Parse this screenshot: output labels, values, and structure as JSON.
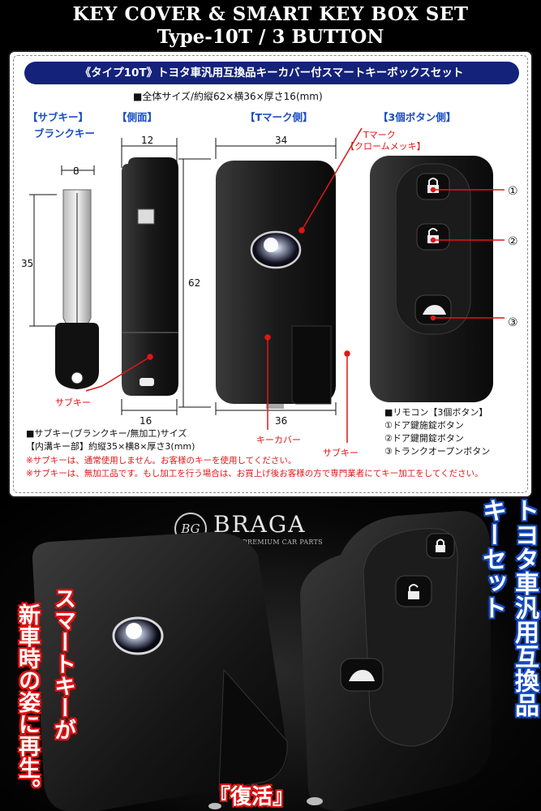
{
  "header": {
    "title_line1": "KEY COVER & SMART KEY BOX SET",
    "title_line2": "Type-10T / 3 BUTTON"
  },
  "panel": {
    "banner": "《タイプ10T》トヨタ車汎用互換品キーカバー付スマートキーボックスセット",
    "overall_size": "■全体サイズ/約縦62×横36×厚さ16(mm)",
    "section_subkey": "【サブキー】",
    "section_subkey_sub": "ブランクキー",
    "section_side": "【側面】",
    "section_tmark": "【Tマーク側】",
    "section_buttons": "【3個ボタン側】",
    "tmark_label": "Tマーク",
    "tmark_sub": "【クロームメッキ】",
    "dim_8": "8",
    "dim_35": "35",
    "dim_12": "12",
    "dim_62": "62",
    "dim_34": "34",
    "dim_16": "16",
    "dim_36": "36",
    "circle_1": "①",
    "circle_2": "②",
    "circle_3": "③",
    "label_subkey_left": "サブキー",
    "label_keycover": "キーカバー",
    "label_subkey_right": "サブキー",
    "remote_title": "■リモコン【3個ボタン】",
    "remote_1": "①ドア鍵施錠ボタン",
    "remote_2": "②ドア鍵開錠ボタン",
    "remote_3": "③トランクオープンボタン",
    "subkey_size_title": "■サブキー(ブランクキー/無加工)サイズ",
    "subkey_size": "【内溝キー部】約縦35×横8×厚さ3(mm)",
    "note_1": "※サブキーは、通常使用しません。お客様のキーを使用してください。",
    "note_2": "※サブキーは、無加工品です。もし加工を行う場合は、お買上げ後お客様の方で専門業者にてキー加工をしてください。"
  },
  "lower": {
    "brand_logo": "BG",
    "brand_name": "BRAGA",
    "brand_tagline": "BRAGA PREMIUM CAR PARTS",
    "left_text": "スマートキーが新車時の姿に再生。",
    "left_col1": "スマートキーが",
    "left_col2": "新車時の姿に再生。",
    "right_col1": "トヨタ車汎用互換品",
    "right_col2": "キーセット",
    "center": "『復活』"
  },
  "colors": {
    "banner": "#14227a",
    "accent_blue": "#1a4ec0",
    "accent_red": "#e01616"
  }
}
